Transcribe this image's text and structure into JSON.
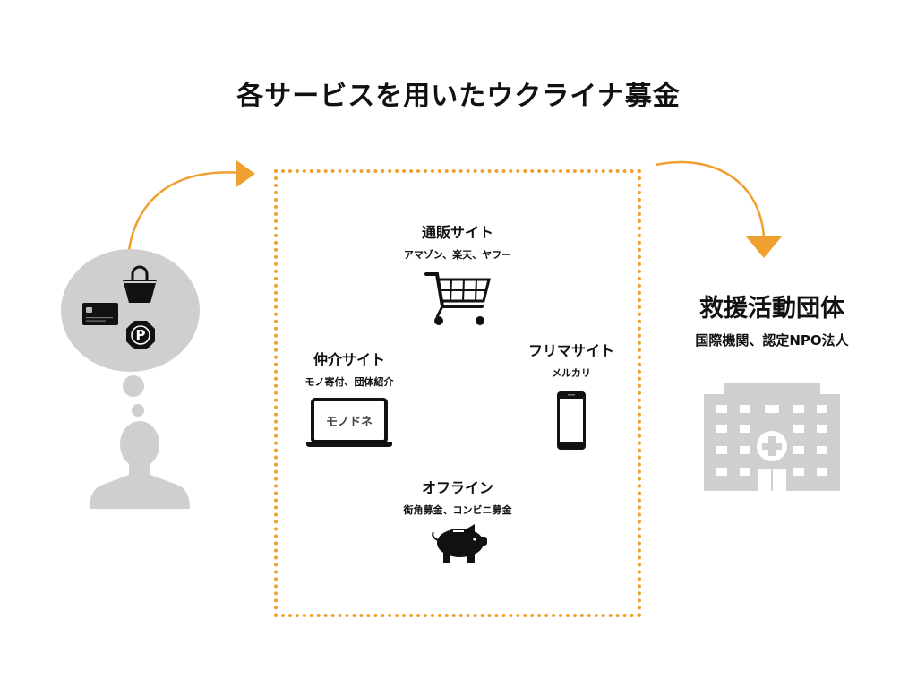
{
  "title": "各サービスを用いたウクライナ募金",
  "colors": {
    "accent": "#f0a030",
    "gray": "#cfcfcf",
    "dark": "#111111"
  },
  "services": {
    "online_shop": {
      "label": "通販サイト",
      "sub": "アマゾン、楽天、ヤフー",
      "icon": "shopping-cart-icon"
    },
    "intermediary": {
      "label": "仲介サイト",
      "sub": "モノ寄付、団体紹介",
      "icon": "laptop-icon",
      "screen_text": "モノドネ"
    },
    "flea_market": {
      "label": "フリマサイト",
      "sub": "メルカリ",
      "icon": "smartphone-icon"
    },
    "offline": {
      "label": "オフライン",
      "sub": "街角募金、コンビニ募金",
      "icon": "piggy-bank-icon"
    }
  },
  "donor": {
    "thought_icons": [
      "credit-card-icon",
      "shopping-bag-icon",
      "points-icon"
    ],
    "points_glyph": "P"
  },
  "organization": {
    "name": "救援活動団体",
    "sub": "国際機関、認定NPO法人",
    "icon": "hospital-building-icon"
  }
}
